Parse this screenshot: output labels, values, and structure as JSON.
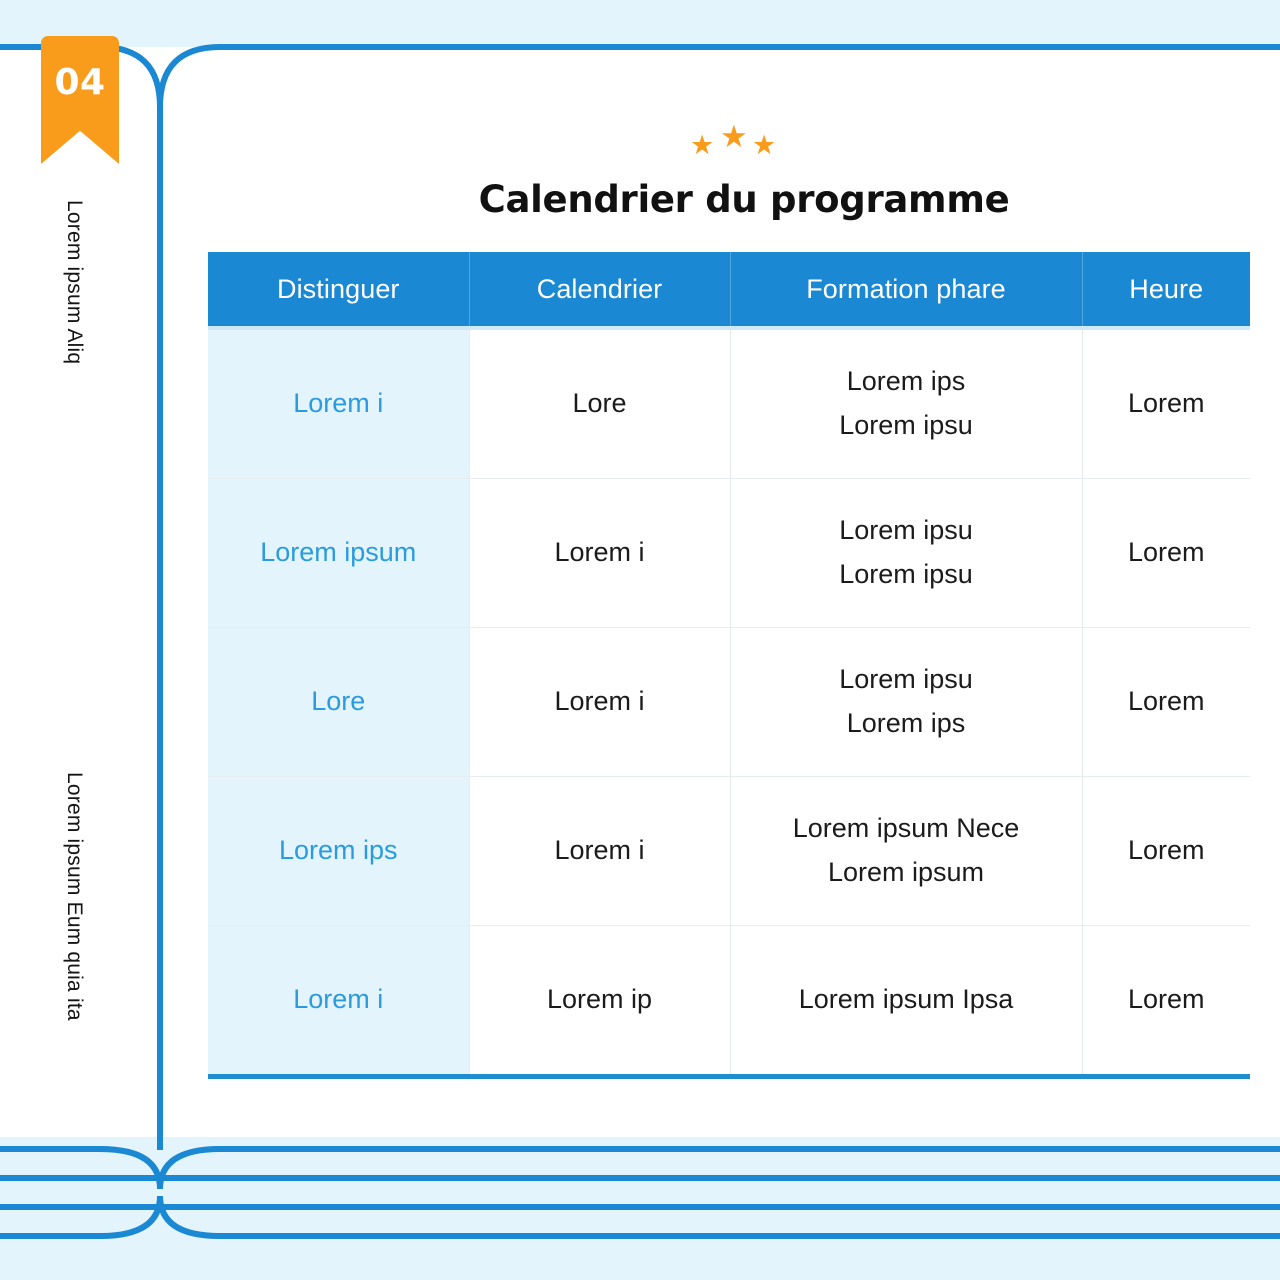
{
  "slide": {
    "number_badge": "04",
    "title": "Calendrier du programme",
    "stars_icon_name": "three-stars-rating",
    "star_glyph": "★",
    "side_label_top": "Lorem ipsum Aliq",
    "side_label_bottom": "Lorem ipsum Eum quia ita"
  },
  "colors": {
    "accent_orange": "#F99C1C",
    "accent_blue": "#1B88D3",
    "light_blue": "#E3F4FD",
    "link_blue": "#2B9BE0",
    "page_background": "#E3F4FD",
    "card_background": "#FFFFFF"
  },
  "table": {
    "headers": [
      "Distinguer",
      "Calendrier",
      "Formation phare",
      "Heure"
    ],
    "rows": [
      {
        "distinguer": "Lorem i",
        "calendrier": "Lore",
        "formation_line1": "Lorem ips",
        "formation_line2": "Lorem ipsu",
        "heure": "Lorem"
      },
      {
        "distinguer": "Lorem ipsum",
        "calendrier": "Lorem i",
        "formation_line1": "Lorem ipsu",
        "formation_line2": "Lorem ipsu",
        "heure": "Lorem"
      },
      {
        "distinguer": "Lore",
        "calendrier": "Lorem i",
        "formation_line1": "Lorem ipsu",
        "formation_line2": "Lorem ips",
        "heure": "Lorem"
      },
      {
        "distinguer": "Lorem ips",
        "calendrier": "Lorem i",
        "formation_line1": "Lorem ipsum Nece",
        "formation_line2": "Lorem ipsum",
        "heure": "Lorem"
      },
      {
        "distinguer": "Lorem i",
        "calendrier": "Lorem ip",
        "formation_line1": "Lorem ipsum Ipsa",
        "formation_line2": "",
        "heure": "Lorem"
      }
    ]
  }
}
